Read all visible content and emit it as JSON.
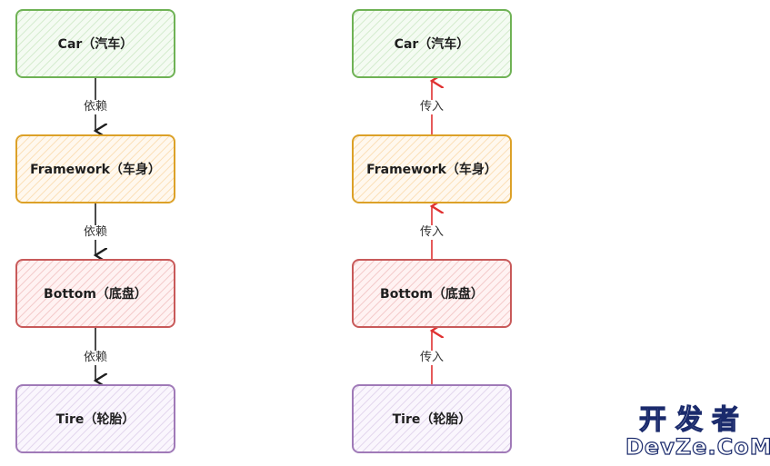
{
  "left_chain": {
    "nodes": [
      "Car（汽车）",
      "Framework（车身）",
      "Bottom（底盘）",
      "Tire（轮胎）"
    ],
    "edge_labels": [
      "依赖",
      "依赖",
      "依赖"
    ]
  },
  "right_chain": {
    "nodes": [
      "Car（汽车）",
      "Framework（车身）",
      "Bottom（底盘）",
      "Tire（轮胎）"
    ],
    "edge_labels": [
      "传入",
      "传入",
      "传入"
    ]
  },
  "watermark": {
    "line1": "开发者",
    "line2": "DevZe.CoM"
  },
  "colors": {
    "green": "#6fb255",
    "orange": "#dca128",
    "red": "#c85a5a",
    "purple": "#a07ab8",
    "dependency_arrow": "#1e1e1e",
    "injection_arrow": "#e03131"
  }
}
